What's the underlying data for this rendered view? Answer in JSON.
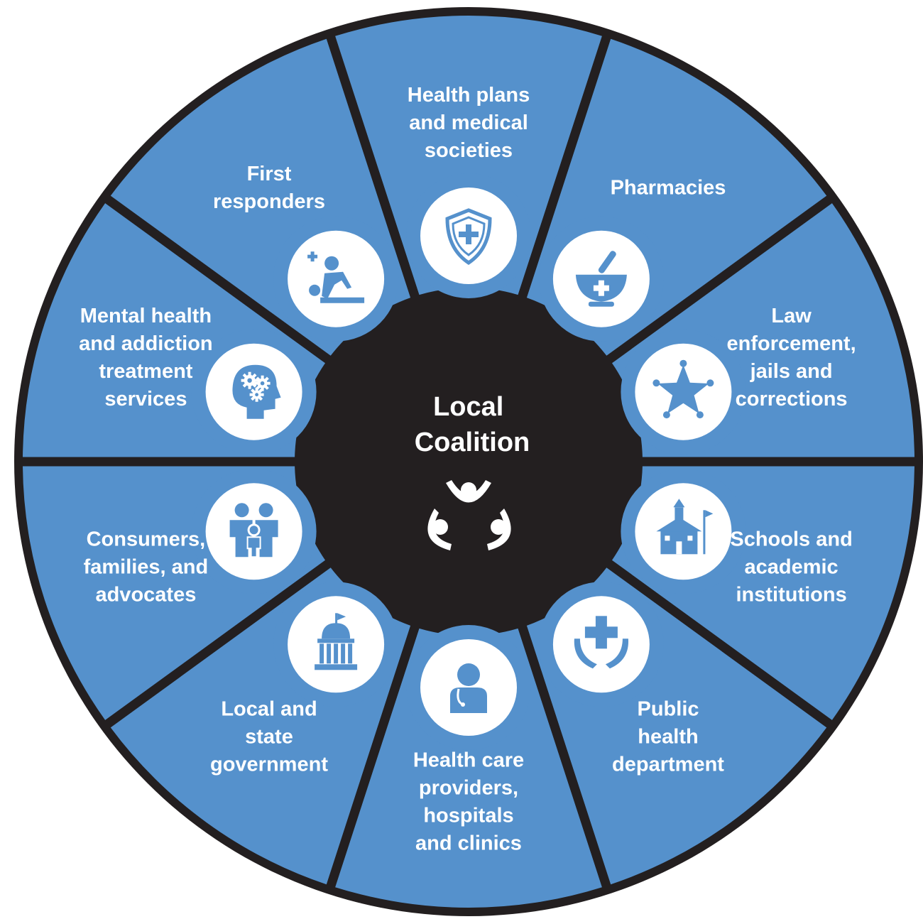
{
  "center": {
    "title_lines": [
      "Local",
      "Coalition"
    ],
    "icon": "coalition-people-icon"
  },
  "colors": {
    "segment_fill": "#5591cc",
    "background": "#231f20",
    "icon_circle": "#ffffff",
    "text": "#ffffff"
  },
  "segments": [
    {
      "id": "health-plans",
      "label_lines": [
        "Health plans",
        "and medical",
        "societies"
      ],
      "icon": "shield-cross-icon"
    },
    {
      "id": "pharmacies",
      "label_lines": [
        "Pharmacies"
      ],
      "icon": "mortar-pestle-icon"
    },
    {
      "id": "law-enforcement",
      "label_lines": [
        "Law",
        "enforcement,",
        "jails and",
        "corrections"
      ],
      "icon": "sheriff-star-icon"
    },
    {
      "id": "schools",
      "label_lines": [
        "Schools and",
        "academic",
        "institutions"
      ],
      "icon": "schoolhouse-icon"
    },
    {
      "id": "public-health",
      "label_lines": [
        "Public",
        "health",
        "department"
      ],
      "icon": "hands-cross-icon"
    },
    {
      "id": "health-care-providers",
      "label_lines": [
        "Health care",
        "providers,",
        "hospitals",
        "and clinics"
      ],
      "icon": "doctor-icon"
    },
    {
      "id": "government",
      "label_lines": [
        "Local and",
        "state",
        "government"
      ],
      "icon": "capitol-building-icon"
    },
    {
      "id": "consumers",
      "label_lines": [
        "Consumers,",
        "families, and",
        "advocates"
      ],
      "icon": "family-icon"
    },
    {
      "id": "mental-health",
      "label_lines": [
        "Mental health",
        "and addiction",
        "treatment",
        "services"
      ],
      "icon": "head-gears-icon"
    },
    {
      "id": "first-responders",
      "label_lines": [
        "First",
        "responders"
      ],
      "icon": "cpr-icon"
    }
  ]
}
